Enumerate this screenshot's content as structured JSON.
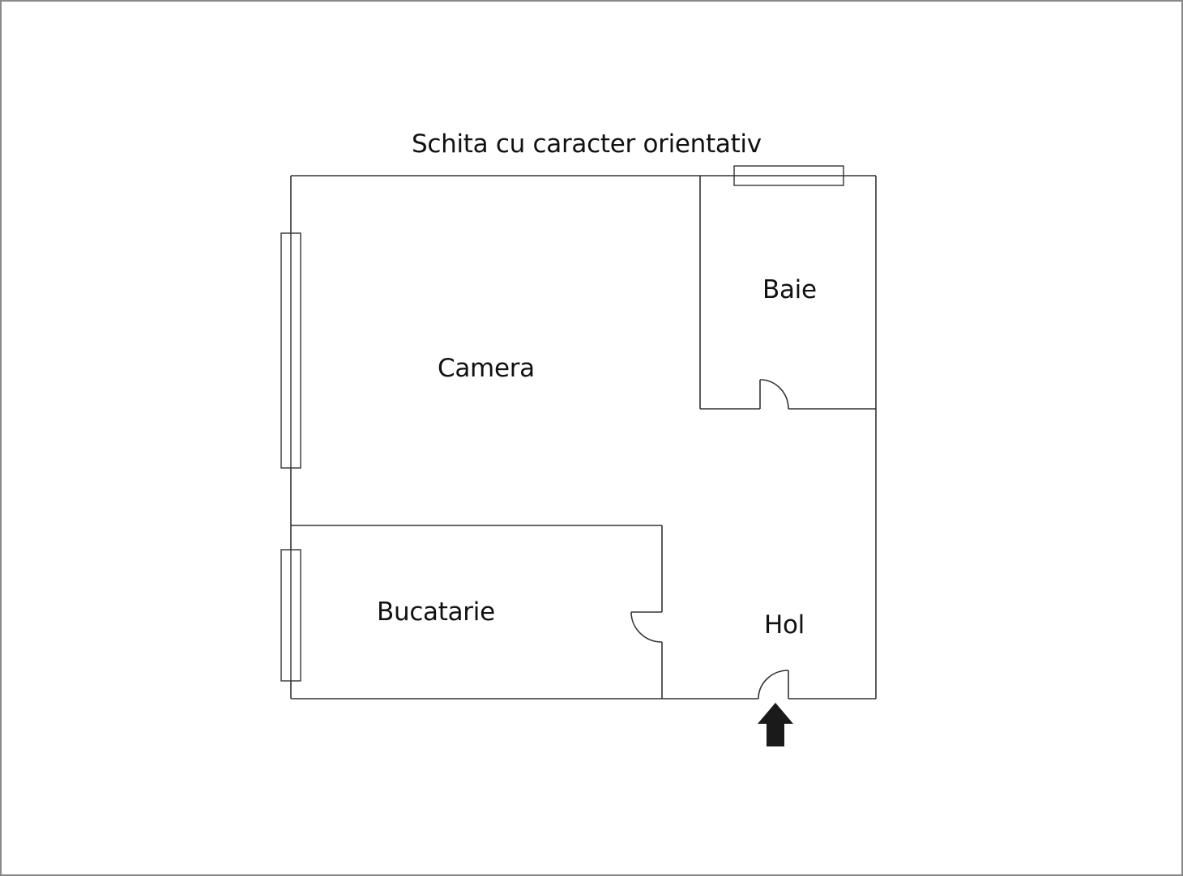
{
  "title": "Schita cu caracter orientativ",
  "rooms": {
    "camera": "Camera",
    "baie": "Baie",
    "bucatarie": "Bucatarie",
    "hol": "Hol"
  },
  "icons": {
    "entrance": "entrance-arrow-icon"
  },
  "colors": {
    "wall": "#333333",
    "border": "#8a8a8a",
    "arrow": "#1a1a1a",
    "text": "#111111"
  }
}
